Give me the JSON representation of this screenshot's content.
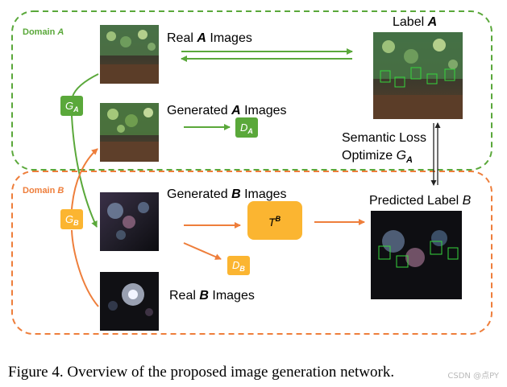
{
  "domains": {
    "a": {
      "prefix": "Domain ",
      "letter": "A"
    },
    "b": {
      "prefix": "Domain ",
      "letter": "B"
    }
  },
  "generators": {
    "ga": {
      "main": "G",
      "sub": "A"
    },
    "gb": {
      "main": "G",
      "sub": "B"
    }
  },
  "discriminators": {
    "da": {
      "main": "D",
      "sub": "A"
    },
    "db": {
      "main": "D",
      "sub": "B"
    }
  },
  "transformer": {
    "main": "T",
    "sup": "B"
  },
  "labels": {
    "real_a": {
      "pre": "Real ",
      "letter": "A",
      "post": " Images"
    },
    "gen_a": {
      "pre": "Generated ",
      "letter": "A",
      "post": " Images"
    },
    "gen_b": {
      "pre": "Generated ",
      "letter": "B",
      "post": " Images"
    },
    "real_b": {
      "pre": "Real ",
      "letter": "B",
      "post": " Images"
    },
    "label_a": {
      "pre": "Label ",
      "letter": "A"
    },
    "pred_b": {
      "pre": "Predicted Label ",
      "letter": "B"
    },
    "semantic_loss": "Semantic Loss",
    "optimize": {
      "pre": "Optimize ",
      "main": "G",
      "sub": "A"
    }
  },
  "caption": "Figure 4. Overview of the proposed image generation network.",
  "watermark": "CSDN @点PY",
  "colors": {
    "green": "#5aa83a",
    "orange": "#ee7e3b",
    "yellow": "#fbb531",
    "yellow_dark": "#f5a623"
  }
}
